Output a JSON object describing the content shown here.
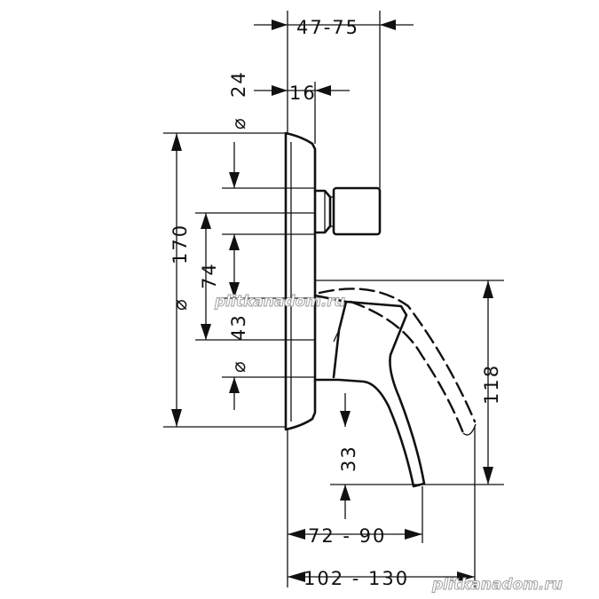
{
  "dimensions": {
    "depth_range": "47-75",
    "connector_diameter": "24",
    "connector_depth": "16",
    "plate_diameter": "170",
    "offset_74": "74",
    "offset_43": "43",
    "hole_diameter_symbol": "⌀",
    "spout_height": "118",
    "offset_33": "33",
    "projection_1": "72 - 90",
    "projection_2": "102 - 130"
  },
  "diameter_symbol": "⌀",
  "watermarks": [
    "plitkanadom.ru",
    "plitkanadom.ru"
  ],
  "colors": {
    "line": "#111111",
    "watermark_fill": "#ffffff",
    "watermark_stroke": "#9a9a9a"
  }
}
